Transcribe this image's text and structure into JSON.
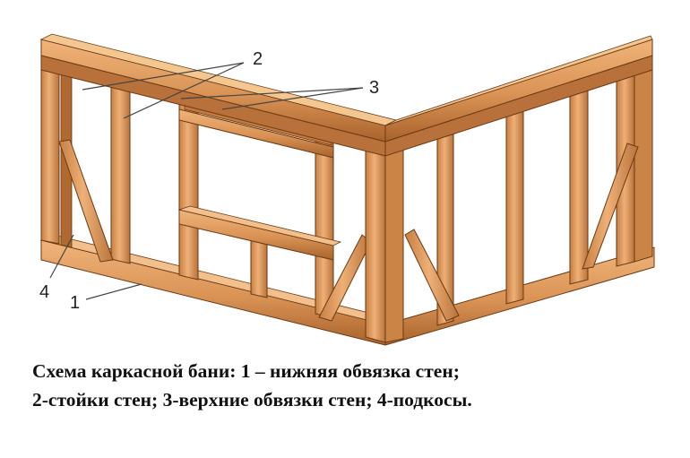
{
  "diagram": {
    "callouts": [
      "2",
      "3",
      "4",
      "1"
    ]
  },
  "caption": {
    "line1": "Схема каркасной бани: 1 – нижняя обвязка стен;",
    "line2": "2-стойки стен; 3-верхние обвязки стен; 4-подкосы."
  },
  "colors": {
    "wood_light": "#e8a668",
    "wood_mid": "#d18a4a",
    "wood_dark": "#a5612a",
    "outline": "#6b3a14",
    "leader": "#444444"
  }
}
